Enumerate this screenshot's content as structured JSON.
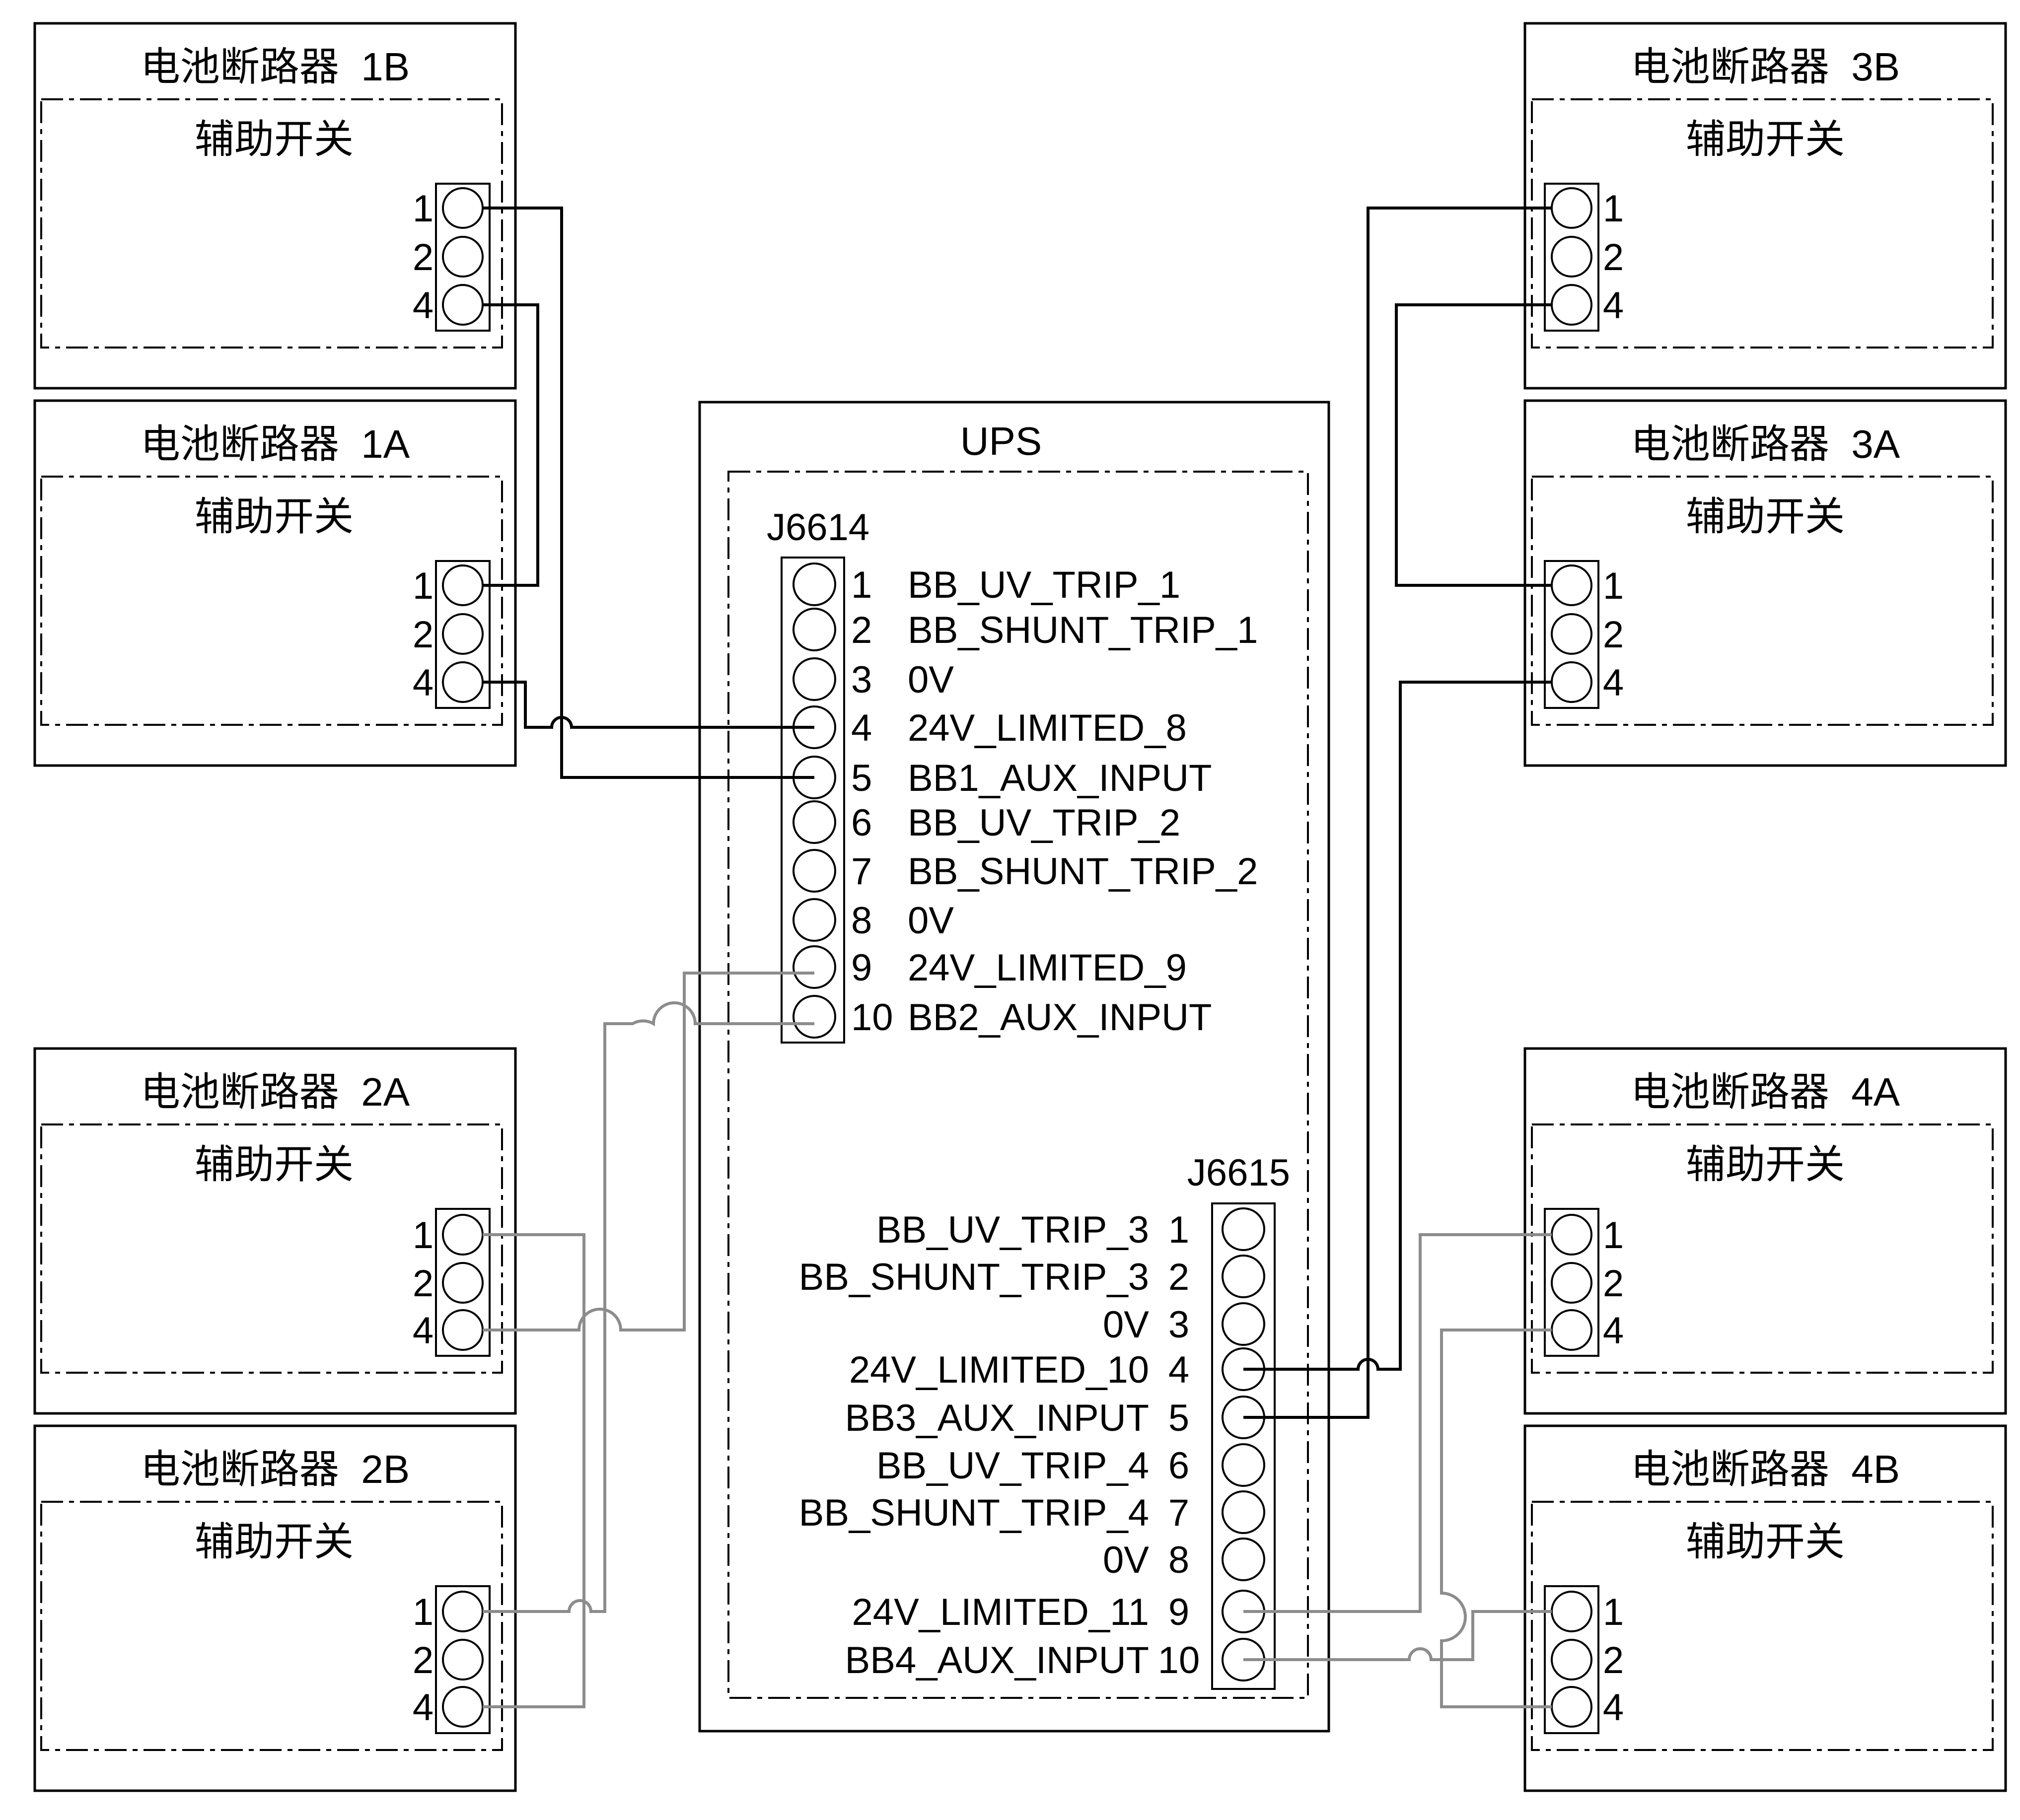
{
  "colors": {
    "line": "#000000",
    "gray_wire": "#8c8c8c",
    "background": "#ffffff"
  },
  "breakers": {
    "b1B": {
      "title": "电池断路器  1B",
      "aux": "辅助开关",
      "pins": [
        "1",
        "2",
        "4"
      ]
    },
    "b1A": {
      "title": "电池断路器  1A",
      "aux": "辅助开关",
      "pins": [
        "1",
        "2",
        "4"
      ]
    },
    "b2A": {
      "title": "电池断路器  2A",
      "aux": "辅助开关",
      "pins": [
        "1",
        "2",
        "4"
      ]
    },
    "b2B": {
      "title": "电池断路器  2B",
      "aux": "辅助开关",
      "pins": [
        "1",
        "2",
        "4"
      ]
    },
    "b3B": {
      "title": "电池断路器  3B",
      "aux": "辅助开关",
      "pins": [
        "1",
        "2",
        "4"
      ]
    },
    "b3A": {
      "title": "电池断路器  3A",
      "aux": "辅助开关",
      "pins": [
        "1",
        "2",
        "4"
      ]
    },
    "b4A": {
      "title": "电池断路器  4A",
      "aux": "辅助开关",
      "pins": [
        "1",
        "2",
        "4"
      ]
    },
    "b4B": {
      "title": "电池断路器  4B",
      "aux": "辅助开关",
      "pins": [
        "1",
        "2",
        "4"
      ]
    }
  },
  "ups": {
    "title": "UPS",
    "j6614": {
      "label": "J6614",
      "pins": [
        "1",
        "2",
        "3",
        "4",
        "5",
        "6",
        "7",
        "8",
        "9",
        "10"
      ],
      "signals": [
        "BB_UV_TRIP_1",
        "BB_SHUNT_TRIP_1",
        "0V",
        "24V_LIMITED_8",
        "BB1_AUX_INPUT",
        "BB_UV_TRIP_2",
        "BB_SHUNT_TRIP_2",
        "0V",
        "24V_LIMITED_9",
        "BB2_AUX_INPUT"
      ]
    },
    "j6615": {
      "label": "J6615",
      "pins": [
        "1",
        "2",
        "3",
        "4",
        "5",
        "6",
        "7",
        "8",
        "9",
        "10"
      ],
      "signals": [
        "BB_UV_TRIP_3",
        "BB_SHUNT_TRIP_3",
        "0V",
        "24V_LIMITED_10",
        "BB3_AUX_INPUT",
        "BB_UV_TRIP_4",
        "BB_SHUNT_TRIP_4",
        "0V",
        "24V_LIMITED_11",
        "BB4_AUX_INPUT"
      ]
    }
  }
}
